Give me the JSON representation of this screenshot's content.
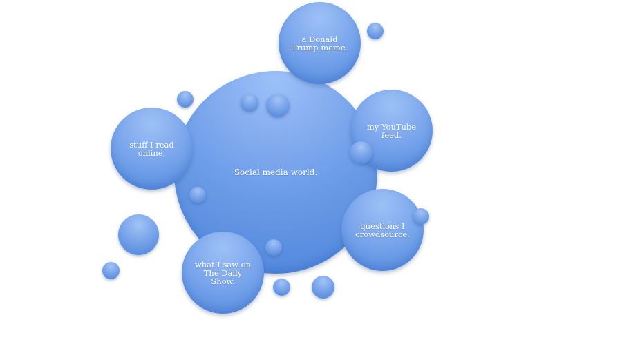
{
  "diagram": {
    "center": "Social media world.",
    "nodes": [
      {
        "id": "trump",
        "label": "a Donald\nTrump meme."
      },
      {
        "id": "youtube",
        "label": "my YouTube\nfeed."
      },
      {
        "id": "stuff",
        "label": "stuff I read\nonline."
      },
      {
        "id": "crowd",
        "label": "questions I\ncrowdsource."
      },
      {
        "id": "daily",
        "label": "what I saw on\nThe Daily\nShow."
      }
    ]
  }
}
